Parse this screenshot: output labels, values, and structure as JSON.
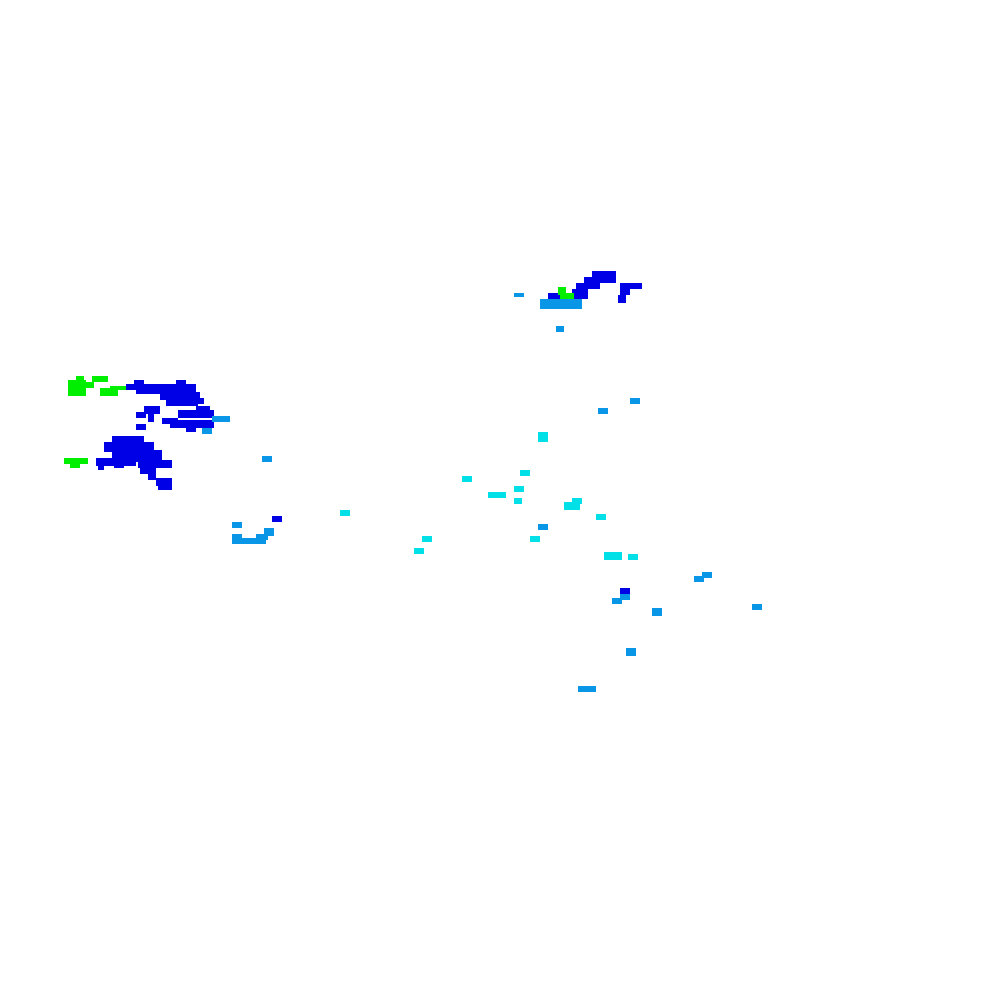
{
  "palette": {
    "background": "#ffffff",
    "high": "#00ee00",
    "dense": "#0000e6",
    "medium": "#0a96e6",
    "light": "#00e0e6"
  },
  "layers": [
    {
      "name": "north-cluster",
      "cells": [
        [
          592,
          271,
          24,
          6,
          "dense"
        ],
        [
          584,
          277,
          32,
          6,
          "dense"
        ],
        [
          576,
          283,
          24,
          6,
          "dense"
        ],
        [
          620,
          283,
          16,
          6,
          "dense"
        ],
        [
          636,
          283,
          6,
          6,
          "dense"
        ],
        [
          620,
          289,
          10,
          6,
          "dense"
        ],
        [
          618,
          295,
          8,
          8,
          "dense"
        ],
        [
          548,
          293,
          12,
          6,
          "dense"
        ],
        [
          572,
          289,
          16,
          10,
          "dense"
        ],
        [
          566,
          293,
          8,
          6,
          "dense"
        ],
        [
          558,
          287,
          8,
          8,
          "high"
        ],
        [
          560,
          293,
          14,
          6,
          "high"
        ],
        [
          540,
          299,
          42,
          10,
          "medium"
        ],
        [
          514,
          293,
          10,
          4,
          "medium"
        ],
        [
          556,
          326,
          8,
          6,
          "medium"
        ]
      ]
    },
    {
      "name": "west-cluster-top",
      "cells": [
        [
          68,
          380,
          18,
          16,
          "high"
        ],
        [
          76,
          376,
          8,
          6,
          "high"
        ],
        [
          92,
          376,
          16,
          6,
          "high"
        ],
        [
          86,
          382,
          8,
          6,
          "high"
        ],
        [
          100,
          388,
          18,
          8,
          "high"
        ],
        [
          110,
          386,
          20,
          4,
          "high"
        ],
        [
          126,
          384,
          10,
          6,
          "dense"
        ],
        [
          134,
          380,
          10,
          8,
          "dense"
        ],
        [
          136,
          384,
          60,
          10,
          "dense"
        ],
        [
          176,
          380,
          10,
          6,
          "dense"
        ],
        [
          160,
          392,
          40,
          8,
          "dense"
        ],
        [
          166,
          400,
          32,
          6,
          "dense"
        ],
        [
          196,
          398,
          8,
          6,
          "dense"
        ],
        [
          144,
          406,
          16,
          8,
          "dense"
        ],
        [
          148,
          414,
          6,
          8,
          "dense"
        ],
        [
          136,
          412,
          10,
          6,
          "dense"
        ],
        [
          178,
          410,
          36,
          8,
          "dense"
        ],
        [
          196,
          406,
          14,
          6,
          "dense"
        ],
        [
          162,
          418,
          16,
          6,
          "dense"
        ],
        [
          170,
          420,
          44,
          8,
          "dense"
        ],
        [
          186,
          426,
          10,
          6,
          "dense"
        ],
        [
          136,
          424,
          10,
          6,
          "dense"
        ],
        [
          212,
          416,
          18,
          6,
          "medium"
        ],
        [
          202,
          428,
          10,
          6,
          "medium"
        ]
      ]
    },
    {
      "name": "west-cluster-bottom",
      "cells": [
        [
          112,
          436,
          32,
          6,
          "dense"
        ],
        [
          104,
          442,
          50,
          10,
          "dense"
        ],
        [
          144,
          444,
          10,
          6,
          "dense"
        ],
        [
          112,
          450,
          50,
          12,
          "dense"
        ],
        [
          96,
          458,
          40,
          8,
          "dense"
        ],
        [
          138,
          460,
          34,
          8,
          "dense"
        ],
        [
          140,
          466,
          16,
          8,
          "dense"
        ],
        [
          98,
          464,
          6,
          6,
          "dense"
        ],
        [
          114,
          462,
          10,
          6,
          "dense"
        ],
        [
          148,
          472,
          8,
          8,
          "dense"
        ],
        [
          156,
          478,
          16,
          8,
          "dense"
        ],
        [
          158,
          484,
          14,
          6,
          "dense"
        ],
        [
          64,
          458,
          24,
          6,
          "high"
        ],
        [
          70,
          462,
          10,
          6,
          "high"
        ],
        [
          262,
          456,
          10,
          6,
          "medium"
        ]
      ]
    },
    {
      "name": "south-arc",
      "cells": [
        [
          232,
          522,
          10,
          6,
          "medium"
        ],
        [
          232,
          534,
          10,
          10,
          "medium"
        ],
        [
          240,
          538,
          26,
          6,
          "medium"
        ],
        [
          256,
          534,
          12,
          6,
          "medium"
        ],
        [
          264,
          528,
          10,
          8,
          "medium"
        ],
        [
          272,
          516,
          10,
          6,
          "dense"
        ],
        [
          340,
          510,
          10,
          6,
          "light"
        ]
      ]
    },
    {
      "name": "scatter-center",
      "cells": [
        [
          538,
          432,
          10,
          10,
          "light"
        ],
        [
          462,
          476,
          10,
          6,
          "light"
        ],
        [
          520,
          470,
          10,
          6,
          "light"
        ],
        [
          488,
          492,
          18,
          6,
          "light"
        ],
        [
          514,
          486,
          10,
          6,
          "light"
        ],
        [
          514,
          498,
          8,
          6,
          "light"
        ],
        [
          564,
          502,
          16,
          8,
          "light"
        ],
        [
          572,
          498,
          10,
          6,
          "light"
        ],
        [
          596,
          514,
          10,
          6,
          "light"
        ],
        [
          530,
          536,
          10,
          6,
          "light"
        ],
        [
          422,
          536,
          10,
          6,
          "light"
        ],
        [
          414,
          548,
          10,
          6,
          "light"
        ],
        [
          604,
          552,
          18,
          8,
          "light"
        ],
        [
          628,
          554,
          10,
          6,
          "light"
        ],
        [
          538,
          524,
          10,
          6,
          "medium"
        ],
        [
          598,
          408,
          10,
          6,
          "medium"
        ],
        [
          630,
          398,
          10,
          6,
          "medium"
        ]
      ]
    },
    {
      "name": "scatter-east",
      "cells": [
        [
          620,
          588,
          10,
          8,
          "dense"
        ],
        [
          620,
          594,
          10,
          6,
          "medium"
        ],
        [
          612,
          598,
          10,
          6,
          "medium"
        ],
        [
          652,
          608,
          10,
          8,
          "medium"
        ],
        [
          694,
          576,
          10,
          6,
          "medium"
        ],
        [
          702,
          572,
          10,
          6,
          "medium"
        ],
        [
          752,
          604,
          10,
          6,
          "medium"
        ],
        [
          626,
          648,
          10,
          8,
          "medium"
        ],
        [
          578,
          686,
          18,
          6,
          "medium"
        ]
      ]
    }
  ]
}
